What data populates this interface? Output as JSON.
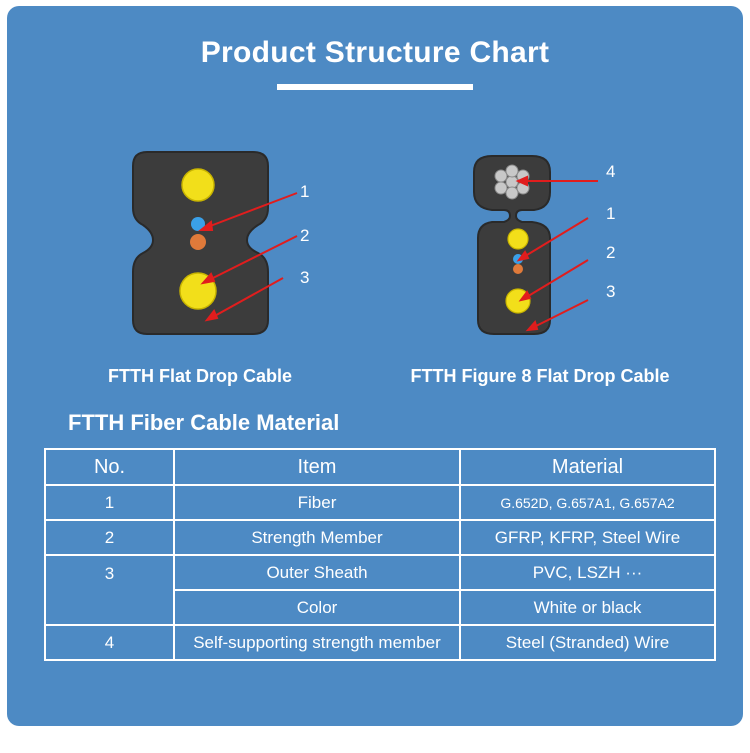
{
  "title": "Product Structure Chart",
  "cables": [
    {
      "caption": "FTTH Flat Drop Cable",
      "callouts": [
        "1",
        "2",
        "3"
      ]
    },
    {
      "caption": "FTTH Figure 8 Flat Drop Cable",
      "callouts": [
        "4",
        "1",
        "2",
        "3"
      ]
    }
  ],
  "section_title": "FTTH Fiber Cable Material",
  "table": {
    "headers": [
      "No.",
      "Item",
      "Material"
    ],
    "rows": [
      {
        "no": "1",
        "item": "Fiber",
        "material": "G.652D, G.657A1, G.657A2"
      },
      {
        "no": "2",
        "item": "Strength Member",
        "material": "GFRP, KFRP, Steel Wire"
      },
      {
        "no": "3",
        "item": "Outer Sheath",
        "material": "PVC, LSZH ···"
      },
      {
        "no": "",
        "item": "Color",
        "material": "White or black"
      },
      {
        "no": "4",
        "item": "Self-supporting strength member",
        "material": "Steel (Stranded) Wire"
      }
    ]
  },
  "colors": {
    "background": "#4d8ac4",
    "sheath": "#3c3c3c",
    "strength_member": "#f2df1a",
    "fiber": "#3aa0e8",
    "fiber_buffer": "#e07a3a",
    "pointer": "#e11d1d",
    "steel_wire": "#c8c8c8"
  }
}
